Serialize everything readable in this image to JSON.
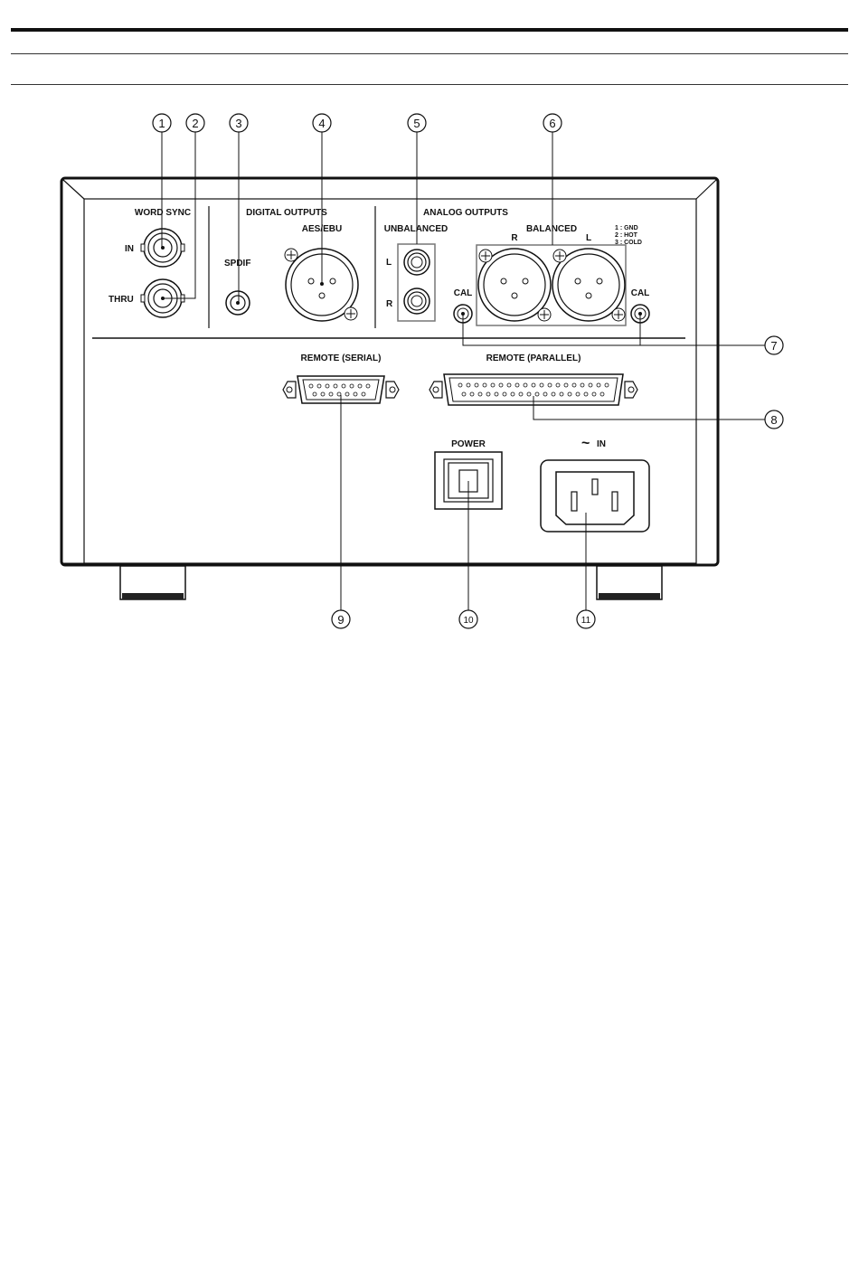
{
  "labels": {
    "word_sync": "WORD SYNC",
    "in": "IN",
    "thru": "THRU",
    "digital_outputs": "DIGITAL OUTPUTS",
    "aes_ebu": "AES/EBU",
    "spdif": "SPDIF",
    "analog_outputs": "ANALOG OUTPUTS",
    "unbalanced": "UNBALANCED",
    "balanced": "BALANCED",
    "unbal_l": "L",
    "unbal_r": "R",
    "bal_r": "R",
    "bal_l": "L",
    "cal_left": "CAL",
    "cal_right": "CAL",
    "pin_legend": [
      "1 : GND",
      "2 : HOT",
      "3 : COLD"
    ],
    "remote_serial": "REMOTE (SERIAL)",
    "remote_parallel": "REMOTE (PARALLEL)",
    "power": "POWER",
    "ac_in": "IN",
    "ac_symbol": "~"
  },
  "callouts": [
    "1",
    "2",
    "3",
    "4",
    "5",
    "6",
    "7",
    "8",
    "9",
    "10",
    "11"
  ]
}
